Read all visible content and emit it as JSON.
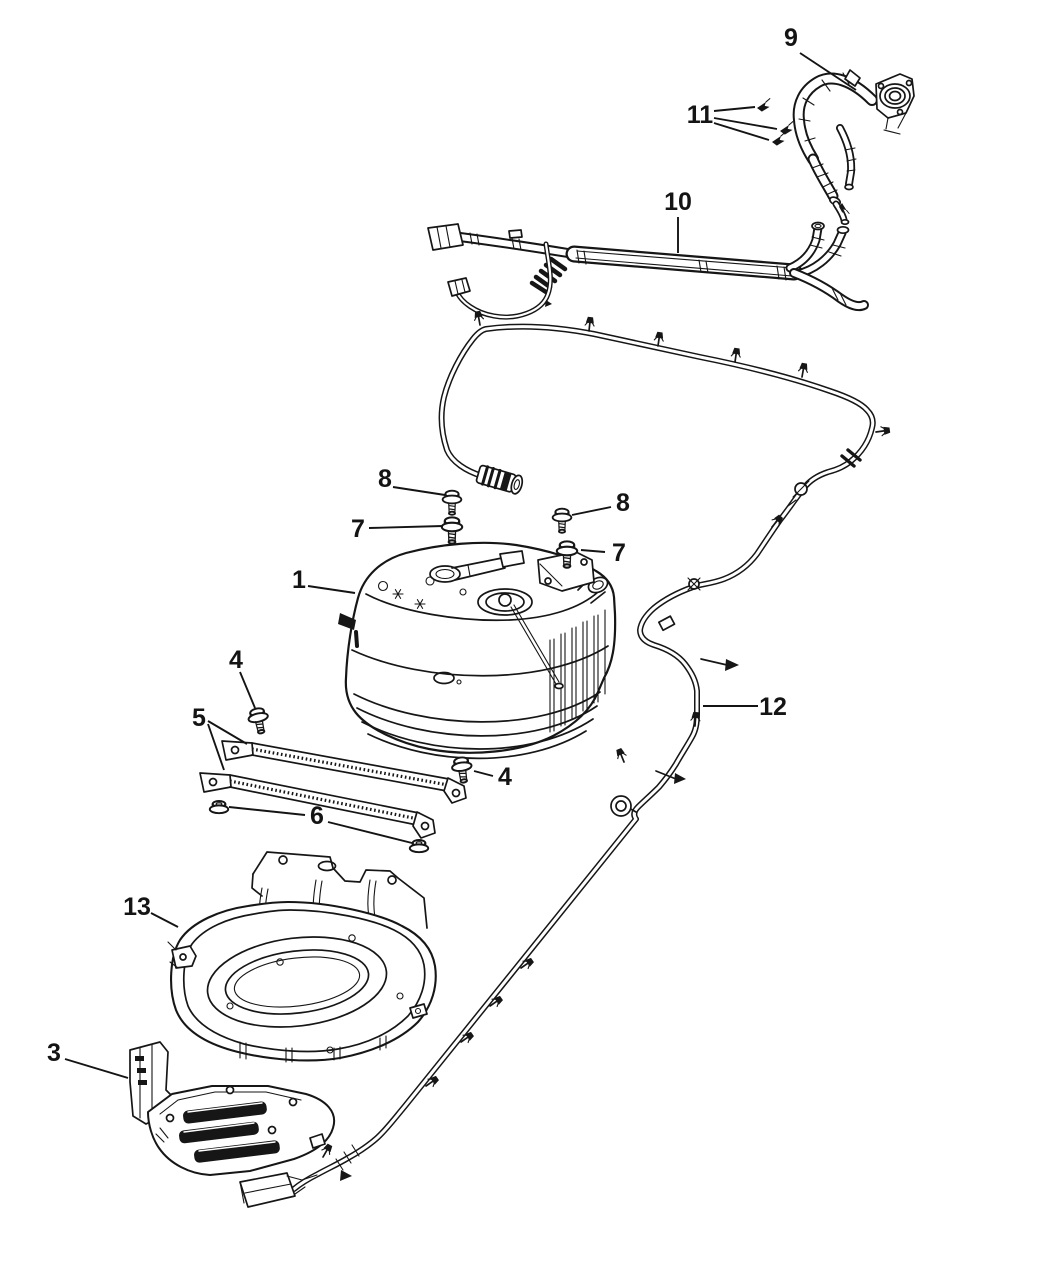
{
  "style": {
    "background": "#ffffff",
    "line_color": "#161616"
  },
  "callouts": {
    "c1": {
      "label": "1"
    },
    "c3": {
      "label": "3"
    },
    "c4a": {
      "label": "4"
    },
    "c4b": {
      "label": "4"
    },
    "c5": {
      "label": "5"
    },
    "c6": {
      "label": "6"
    },
    "c7a": {
      "label": "7"
    },
    "c7b": {
      "label": "7"
    },
    "c8a": {
      "label": "8"
    },
    "c8b": {
      "label": "8"
    },
    "c9": {
      "label": "9"
    },
    "c10": {
      "label": "10"
    },
    "c11": {
      "label": "11"
    },
    "c12": {
      "label": "12"
    },
    "c13": {
      "label": "13"
    }
  }
}
